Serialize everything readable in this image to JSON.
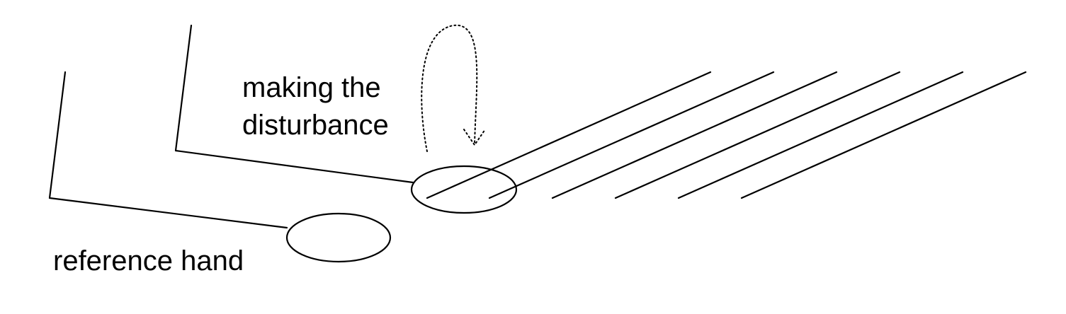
{
  "labels": {
    "disturbance_line1": "making the",
    "disturbance_line2": "disturbance",
    "reference": "reference hand"
  },
  "colors": {
    "stroke": "#000000",
    "background": "#ffffff"
  }
}
